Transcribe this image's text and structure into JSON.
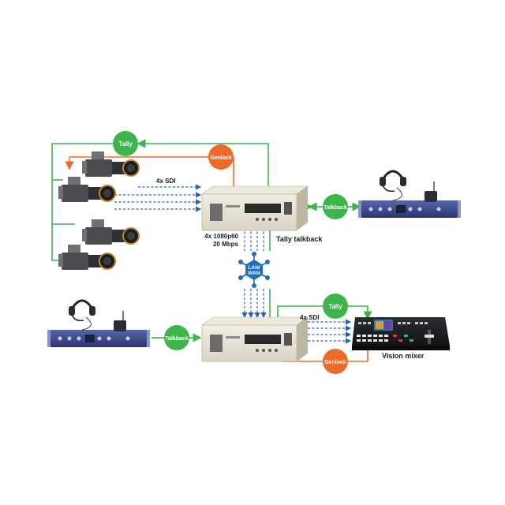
{
  "colors": {
    "green": "#3cb54a",
    "orange": "#ee6a2b",
    "blue_dashed": "#2e5fae",
    "network": "#1f6fc1",
    "device_body": "#e7e3d6",
    "rack_blue": "#3d4a88"
  },
  "badges": {
    "tally_top": "Tally",
    "genlock_top": "Genlock",
    "talkback_right": "Talkback",
    "talkback_left": "Talkback",
    "tally_bottom": "Tally",
    "genlock_bottom": "Genlock"
  },
  "labels": {
    "sdi_top": "4x SDI",
    "stream_line1": "4x 1080p60",
    "stream_line2": "20 Mbps",
    "tally_talkback": "Tally talkback",
    "sdi_bottom": "4x SDI",
    "vision_mixer": "Vision mixer"
  },
  "network": {
    "line1": "LAN/",
    "line2": "WAN"
  },
  "icons": {
    "camera": "broadcast-camera-icon",
    "headset": "headset-icon",
    "network": "network-hub-icon",
    "encoder": "encoder-unit-icon",
    "mixer": "vision-mixer-icon"
  }
}
